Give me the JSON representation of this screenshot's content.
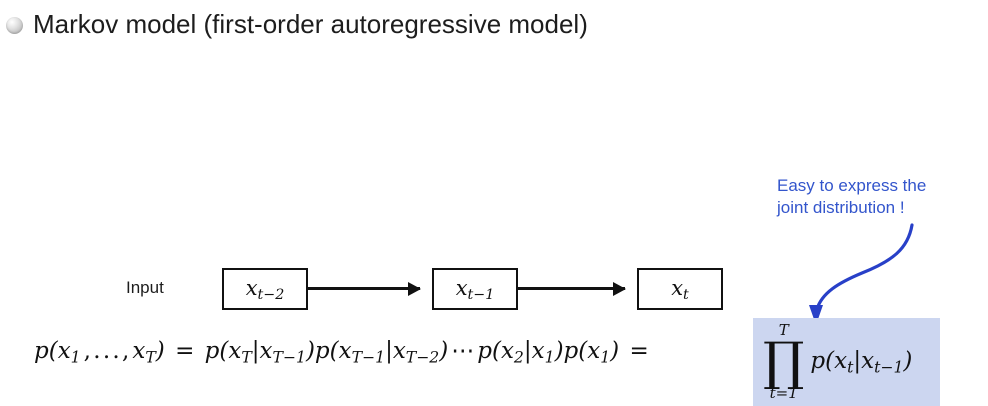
{
  "slide": {
    "background_color": "#ffffff",
    "title": "Markov model (first-order autoregressive model)",
    "bullet_icon": "gray-sphere-bullet-icon"
  },
  "diagram": {
    "input_label": "Input",
    "nodes": [
      {
        "id": "node-1",
        "label_base": "x",
        "label_sub": "t−2",
        "full": "x_{t-2}"
      },
      {
        "id": "node-2",
        "label_base": "x",
        "label_sub": "t−1",
        "full": "x_{t-1}"
      },
      {
        "id": "node-3",
        "label_base": "x",
        "label_sub": "t",
        "full": "x_t"
      }
    ],
    "edges": [
      {
        "from": "node-1",
        "to": "node-2",
        "style": "solid-arrow"
      },
      {
        "from": "node-2",
        "to": "node-3",
        "style": "solid-arrow"
      }
    ],
    "box_border_color": "#111111"
  },
  "annotation": {
    "line1": "Easy to express the",
    "line2": "joint distribution !",
    "color": "#3355cc",
    "arrow_icon": "curved-arrow-icon",
    "arrow_target": "product-highlight"
  },
  "equation": {
    "lhs": "p(x_1, … , x_T)",
    "equals": "=",
    "rhs_chain": "p(x_T|x_{T-1}) p(x_{T-1}|x_{T-2}) ⋯ p(x_2|x_1) p(x_1)",
    "equals2": "=",
    "product": {
      "symbol": "∏",
      "lower_limit": "t=1",
      "upper_limit": "T",
      "body": "p(x_t|x_{t-1})",
      "highlight_color": "#ccd6f0"
    },
    "plain_text": "p(x_1,...,x_T) = p(x_T|x_{T-1})p(x_{T-1}|x_{T-2})...p(x_2|x_1)p(x_1) = prod_{t=1}^{T} p(x_t|x_{t-1})"
  }
}
